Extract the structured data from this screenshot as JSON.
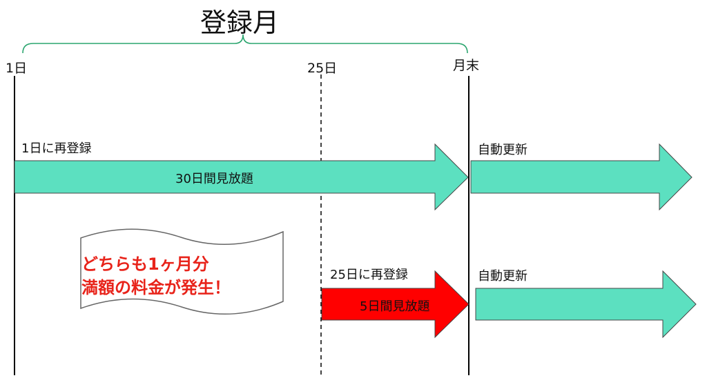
{
  "title": "登録月",
  "ticks": {
    "start": "1日",
    "day25": "25日",
    "month_end": "月末"
  },
  "row1": {
    "caption": "1日に再登録",
    "bar_label": "30日間見放題",
    "renewal_caption": "自動更新"
  },
  "row2": {
    "caption": "25日に再登録",
    "bar_label": "5日間見放題",
    "renewal_caption": "自動更新"
  },
  "note": {
    "line1": "どちらも1ヶ月分",
    "line2": "満額の料金が発生！"
  },
  "colors": {
    "teal": "#5ce0c0",
    "red": "#ff0000",
    "brace": "#2aa56e",
    "note_text": "#e8231a"
  }
}
